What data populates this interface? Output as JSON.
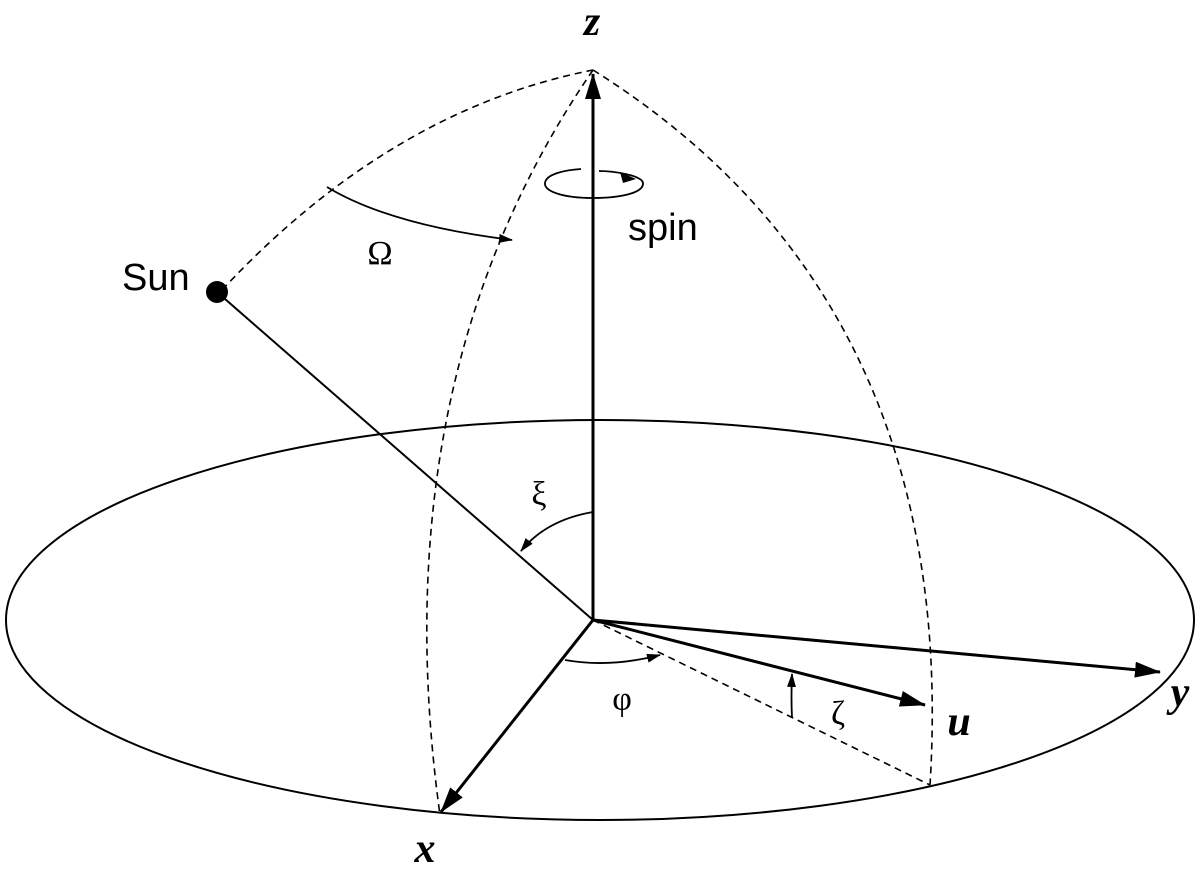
{
  "labels": {
    "z": "z",
    "y": "y",
    "x": "x",
    "u": "u",
    "sun": "Sun",
    "spin": "spin",
    "omega": "Ω",
    "xi": "ξ",
    "phi": "φ",
    "zeta": "ζ"
  },
  "colors": {
    "stroke": "#000000",
    "background": "#ffffff"
  }
}
